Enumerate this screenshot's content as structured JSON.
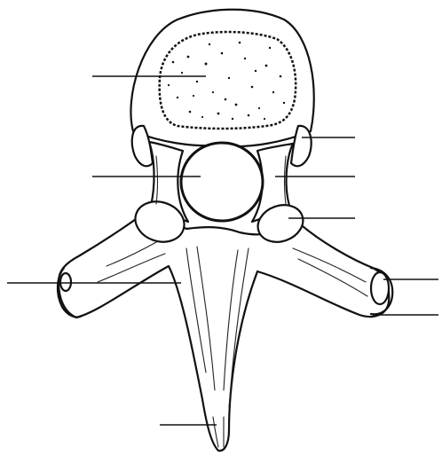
{
  "figure": {
    "subject": "vertebra-superior-view",
    "style": "line-drawing",
    "ink_color": "#111111",
    "background_color": "#ffffff",
    "label_texts": [
      "",
      "",
      "",
      "",
      "",
      "",
      "",
      "",
      "",
      ""
    ]
  },
  "parts": [
    {
      "id": "vertebral-body"
    },
    {
      "id": "vertebral-foramen"
    },
    {
      "id": "superior-articular-facet-left"
    },
    {
      "id": "superior-articular-facet-right"
    },
    {
      "id": "pedicle-left"
    },
    {
      "id": "pedicle-right"
    },
    {
      "id": "transverse-process-left"
    },
    {
      "id": "transverse-process-right"
    },
    {
      "id": "lamina"
    },
    {
      "id": "spinous-process"
    }
  ]
}
